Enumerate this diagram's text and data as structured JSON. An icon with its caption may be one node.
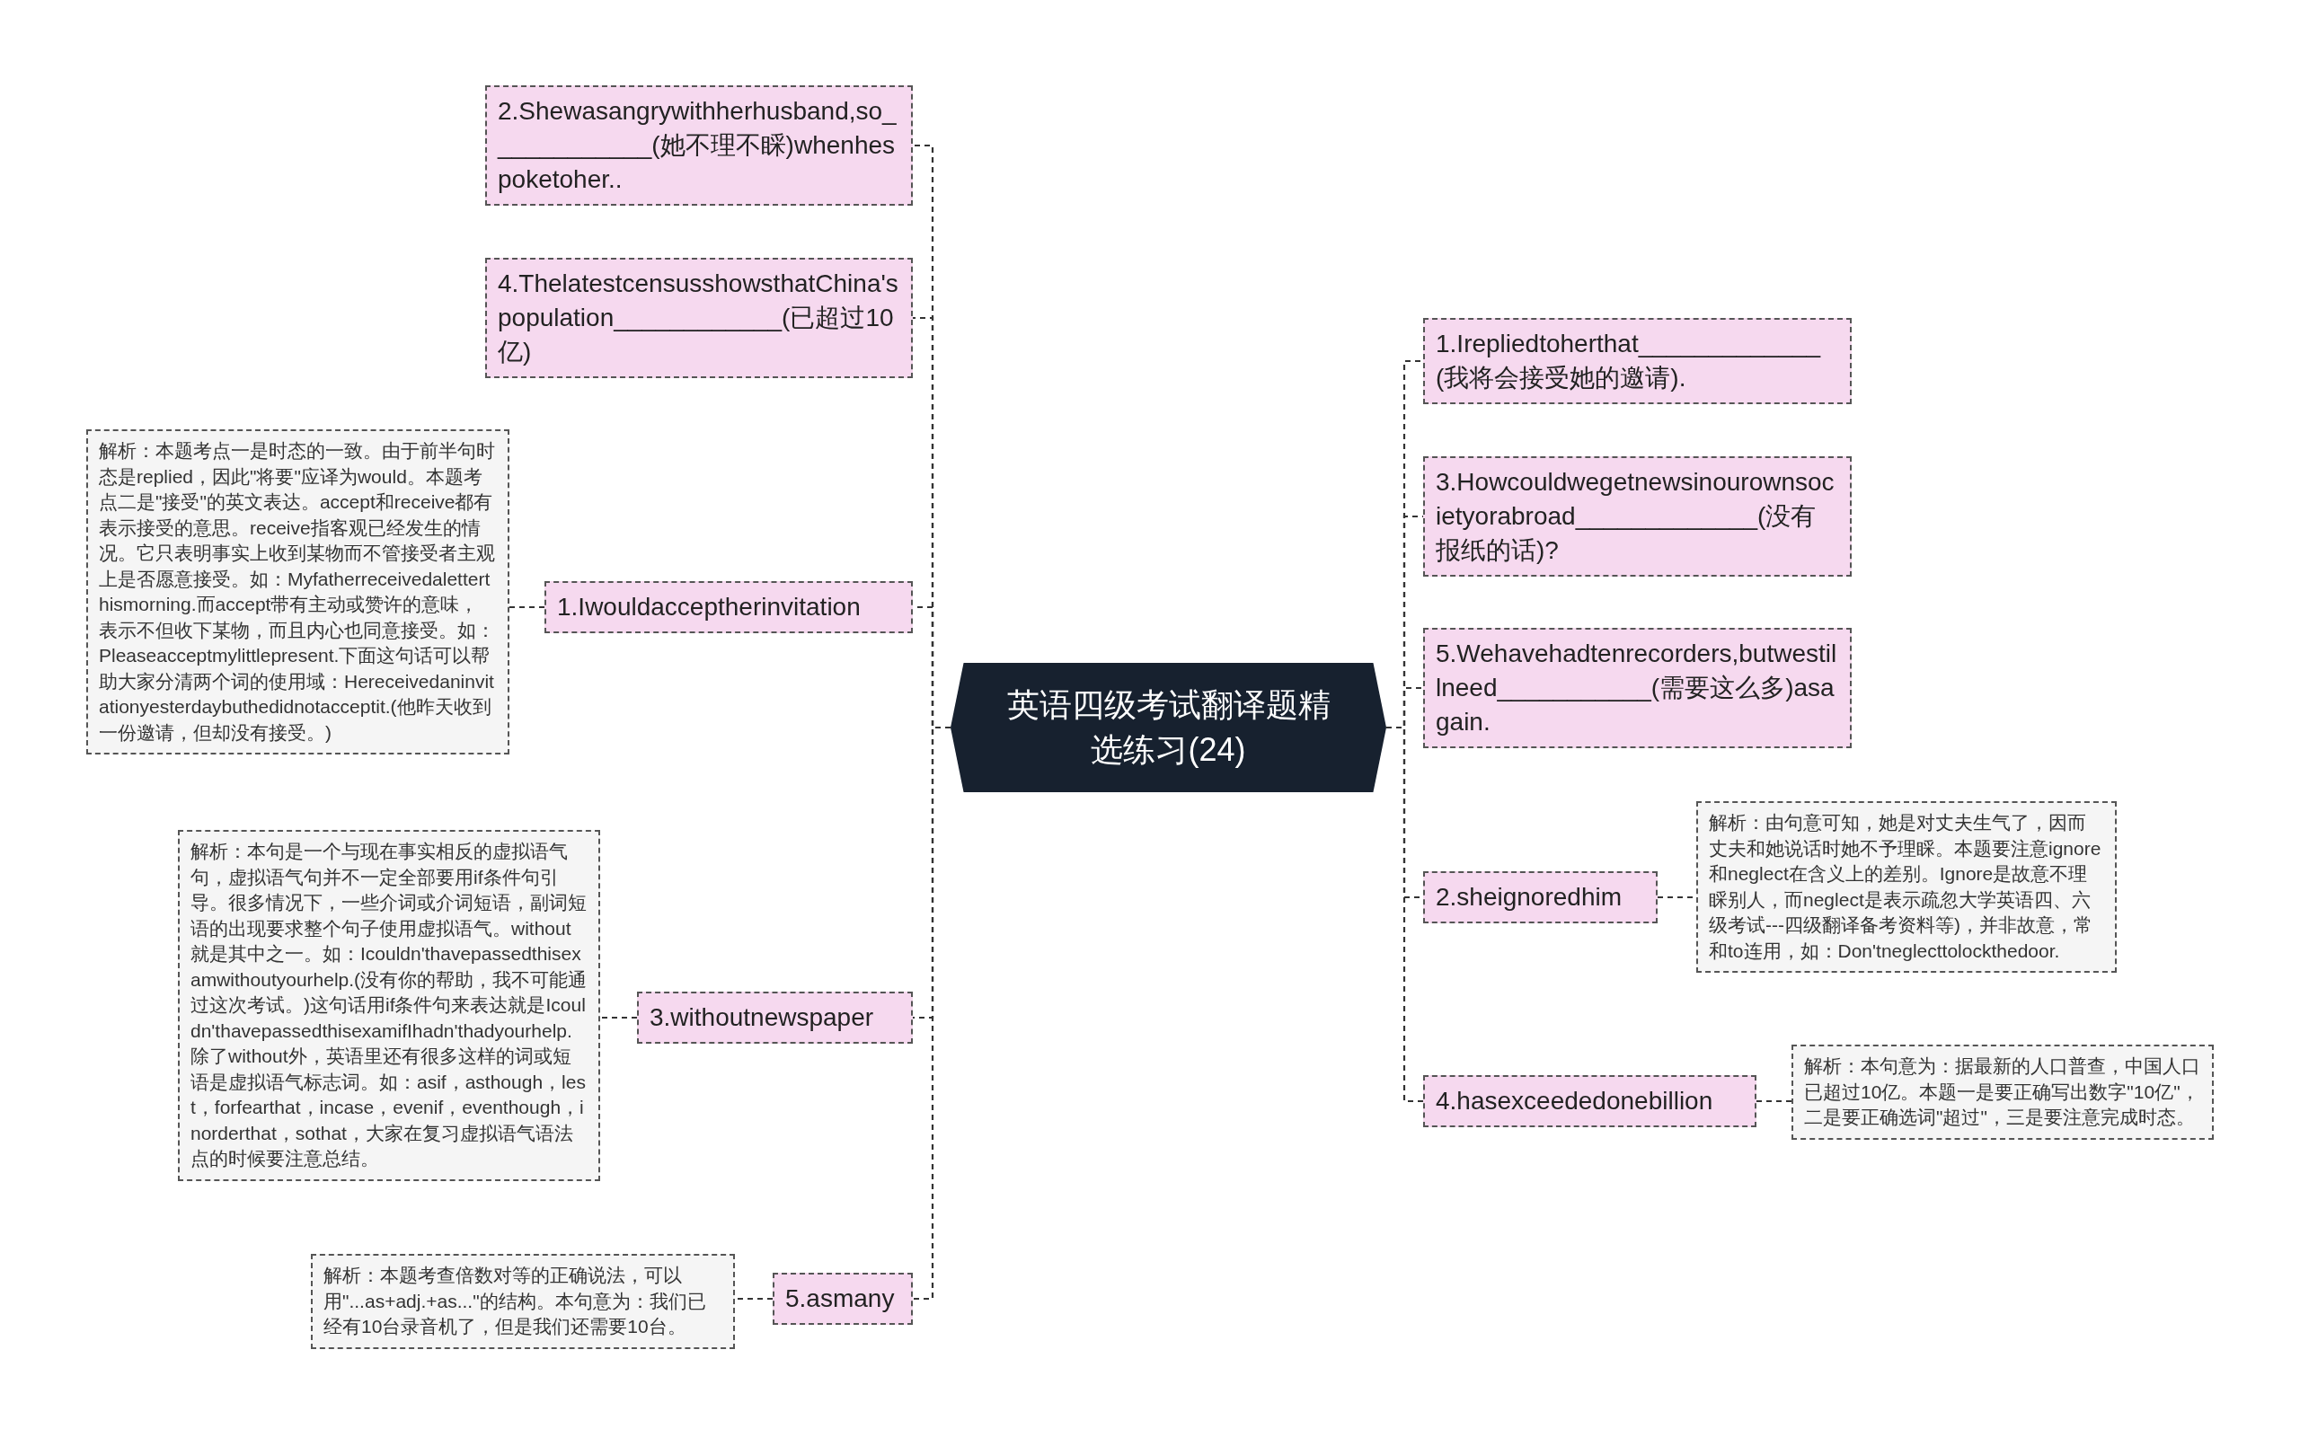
{
  "diagram": {
    "nodes": [
      {
        "text": [
          "英语四级考试翻译题精选练习(24)"
        ]
      },
      {
        "text": [
          "2.Shewasangrywithherhusband,so____________(她不理不睬)whenhespoketoher.."
        ]
      },
      {
        "text": [
          "4.ThelatestcensusshowsthatChina'spopulation____________(已超过10亿)"
        ]
      },
      {
        "text": [
          "1.Iwouldacceptherinvitation"
        ]
      },
      {
        "text": [
          "解析：本题考点一是时态的一致。由于前半句时态是replied，因此\"将要\"应译为would。本题考点二是\"接受\"的英文表达。accept和receive都有表示接受的意思。receive指客观已经发生的情况。它只表明事实上收到某物而不管接受者主观上是否愿意接受。如：Myfatherreceivedaletterthismorning.而accept带有主动或赞许的意味，表示不但收下某物，而且内心也同意接受。如：Pleaseacceptmylittlepresent.下面这句话可以帮助大家分清两个词的使用域：Hereceivedaninvitationyesterdaybuthedidnotacceptit.(他昨天收到一份邀请，但却没有接受。)"
        ]
      },
      {
        "text": [
          "3.withoutnewspaper"
        ]
      },
      {
        "text": [
          "解析：本句是一个与现在事实相反的虚拟语气句，虚拟语气句并不一定全部要用if条件句引导。很多情况下，一些介词或介词短语，副词短语的出现要求整个句子使用虚拟语气。without就是其中之一。如：Icouldn'thavepassedthisexamwithoutyourhelp.(没有你的帮助，我不可能通过这次考试。)这句话用if条件句来表达就是Icouldn'thavepassedthisexamifIhadn'thadyourhelp.除了without外，英语里还有很多这样的词或短语是虚拟语气标志词。如：asif，asthough，lest，forfearthat，incase，evenif，eventhough，inorderthat，sothat，大家在复习虚拟语气语法点的时候要注意总结。"
        ]
      },
      {
        "text": [
          "5.asmany"
        ]
      },
      {
        "text": [
          "解析：本题考查倍数对等的正确说法，可以用\"...as+adj.+as...\"的结构。本句意为：我们已经有10台录音机了，但是我们还需要10台。"
        ]
      },
      {
        "text": [
          "1.Irepliedtoherthat_____________(我将会接受她的邀请)."
        ]
      },
      {
        "text": [
          "3.Howcouldwegetnewsinourownsocietyorabroad_____________(没有报纸的话)?"
        ]
      },
      {
        "text": [
          "5.Wehavehadtenrecorders,butwestillneed___________(需要这么多)asagain."
        ]
      },
      {
        "text": [
          "2.sheignoredhim"
        ]
      },
      {
        "text": [
          "解析：由句意可知，她是对丈夫生气了，因而丈夫和她说话时她不予理睬。本题要注意ignore和neglect在含义上的差别。Ignore是故意不理睬别人，而neglect是表示疏忽大学英语四、六级考试---四级翻译备考资料等)，并非故意，常和to连用，如：Don'tneglecttolockthedoor."
        ]
      },
      {
        "text": [
          "4.hasexceededonebillion"
        ]
      },
      {
        "text": [
          "解析：本句意为：据最新的人口普查，中国人口已超过10亿。本题一是要正确写出数字\"10亿\"，二是要正确选词\"超过\"，三是要注意完成时态。"
        ]
      }
    ],
    "edges": [
      {
        "from": 0,
        "to": 1,
        "arrow": "none",
        "style": "dashed"
      },
      {
        "from": 0,
        "to": 2,
        "arrow": "none",
        "style": "dashed"
      },
      {
        "from": 0,
        "to": 3,
        "arrow": "none",
        "style": "dashed"
      },
      {
        "from": 3,
        "to": 4,
        "arrow": "none",
        "style": "dashed"
      },
      {
        "from": 0,
        "to": 5,
        "arrow": "none",
        "style": "dashed"
      },
      {
        "from": 5,
        "to": 6,
        "arrow": "none",
        "style": "dashed"
      },
      {
        "from": 0,
        "to": 7,
        "arrow": "none",
        "style": "dashed"
      },
      {
        "from": 7,
        "to": 8,
        "arrow": "none",
        "style": "dashed"
      },
      {
        "from": 0,
        "to": 9,
        "arrow": "none",
        "style": "dashed"
      },
      {
        "from": 0,
        "to": 10,
        "arrow": "none",
        "style": "dashed"
      },
      {
        "from": 0,
        "to": 11,
        "arrow": "none",
        "style": "dashed"
      },
      {
        "from": 0,
        "to": 12,
        "arrow": "none",
        "style": "dashed"
      },
      {
        "from": 12,
        "to": 13,
        "arrow": "none",
        "style": "dashed"
      },
      {
        "from": 0,
        "to": 14,
        "arrow": "none",
        "style": "dashed"
      },
      {
        "from": 14,
        "to": 15,
        "arrow": "none",
        "style": "dashed"
      }
    ]
  }
}
